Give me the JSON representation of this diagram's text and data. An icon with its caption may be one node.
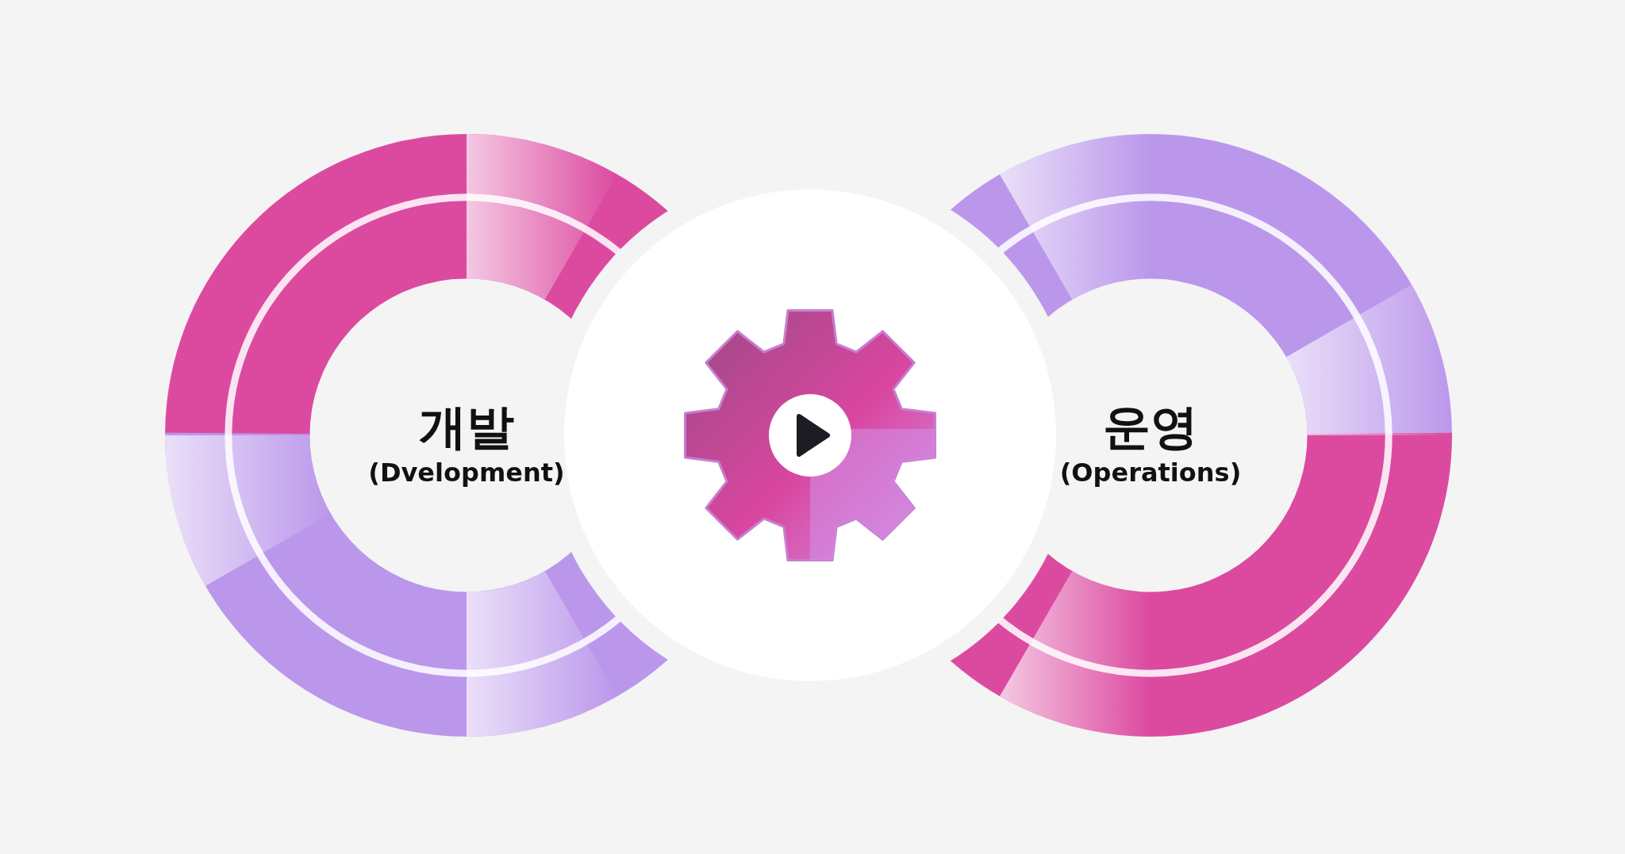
{
  "diagram": {
    "nodes": [
      {
        "text": [
          "개발",
          "(Dvelopment)"
        ]
      },
      {
        "text": [
          "운영",
          "(Operations)"
        ]
      },
      {
        "text": [],
        "shape": "circle"
      }
    ]
  }
}
